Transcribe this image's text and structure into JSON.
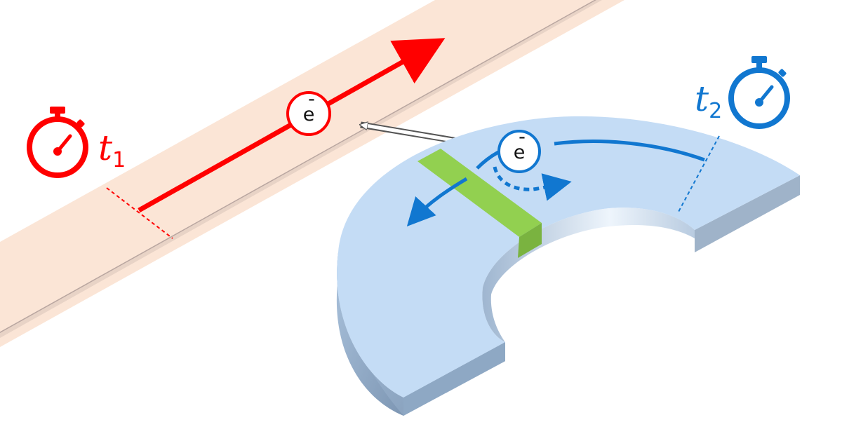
{
  "colors": {
    "linear_track": "#fbe5d6",
    "linear_track_edge": "#b9a6a0",
    "linear_path": "#ff0000",
    "ring_top": "#c4dcf5",
    "ring_side": "#8ea8c4",
    "ring_path": "#1177d0",
    "barrier": "#92d050",
    "coupling_arrow": "#555555"
  },
  "icons": {
    "linear_timer": "stopwatch-icon",
    "ring_timer": "stopwatch-icon"
  },
  "linear_channel": {
    "particle_label": "e",
    "particle_superscript": "-",
    "time_symbol": "t",
    "time_subscript": "1"
  },
  "ring_channel": {
    "particle_label": "e",
    "particle_superscript": "-",
    "time_symbol": "t",
    "time_subscript": "2"
  }
}
